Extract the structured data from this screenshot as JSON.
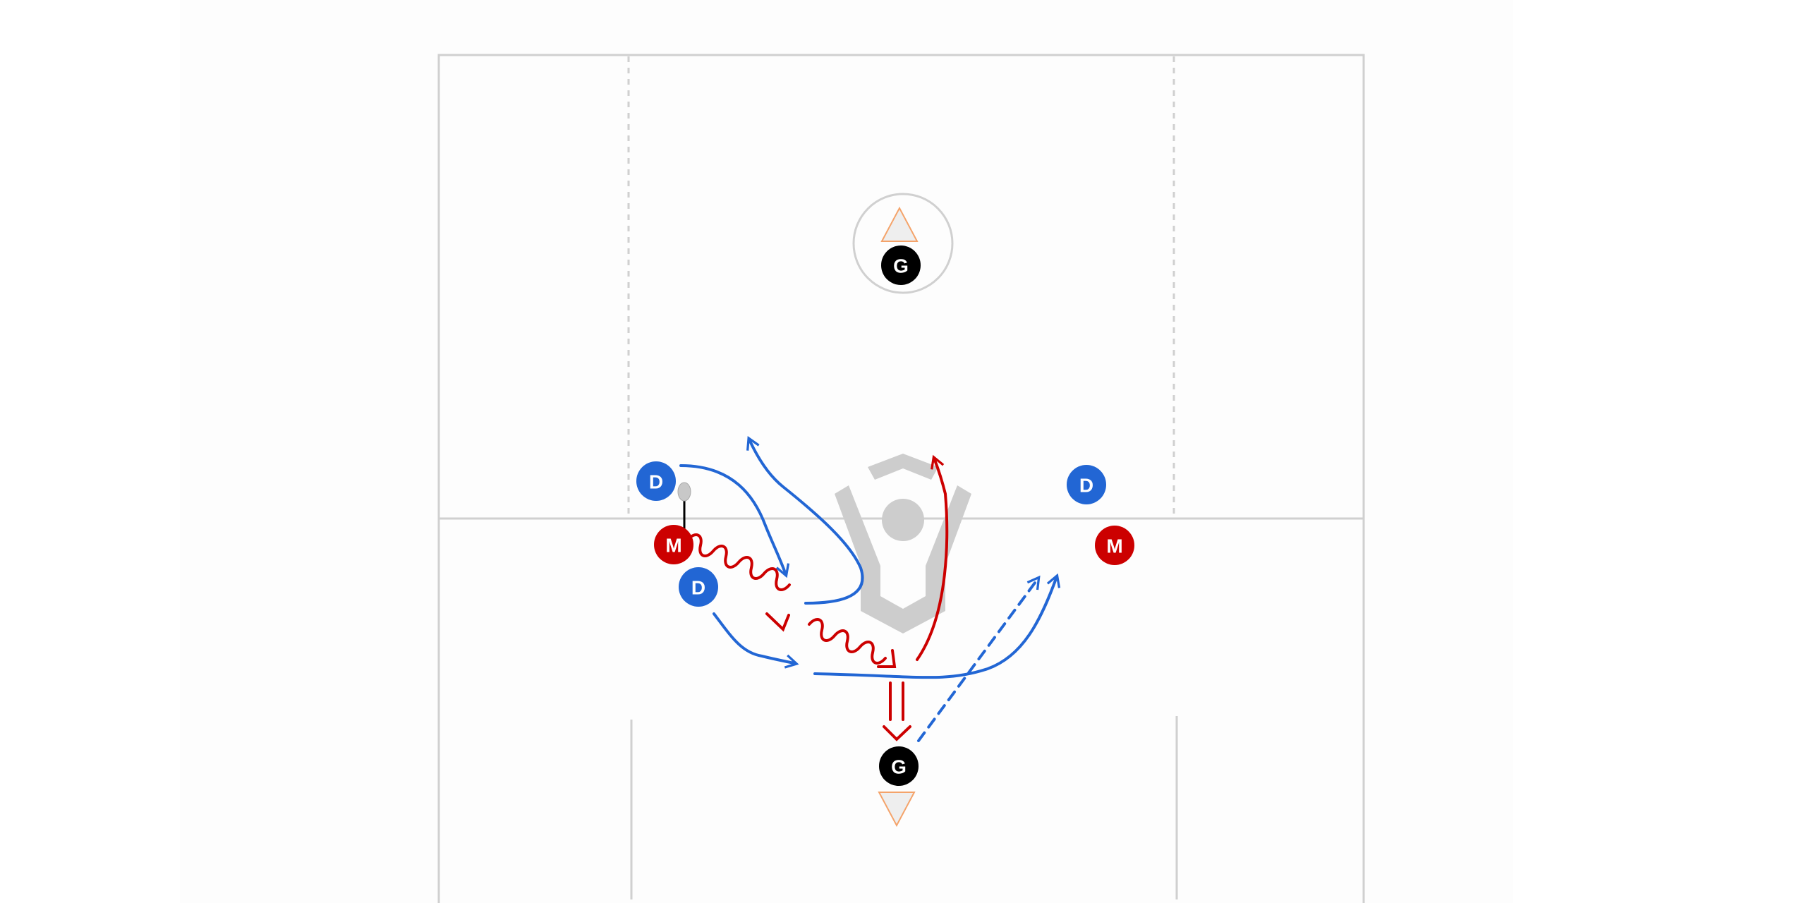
{
  "diagram": {
    "colors": {
      "defense": "#2266d4",
      "midfield": "#cc0000",
      "goalie": "#000000",
      "field_lines": "#d0d0d0",
      "cone": "#f4a36a",
      "logo": "#cdcdcd"
    },
    "players": [
      {
        "role": "defense",
        "label": "D"
      },
      {
        "role": "defense",
        "label": "D"
      },
      {
        "role": "defense",
        "label": "D"
      },
      {
        "role": "midfield",
        "label": "M"
      },
      {
        "role": "midfield",
        "label": "M"
      },
      {
        "role": "goalie",
        "label": "G"
      },
      {
        "role": "goalie",
        "label": "G"
      }
    ],
    "icons": [
      "ball-stick-icon",
      "cone-icon",
      "lacrosse-logo-icon"
    ]
  }
}
